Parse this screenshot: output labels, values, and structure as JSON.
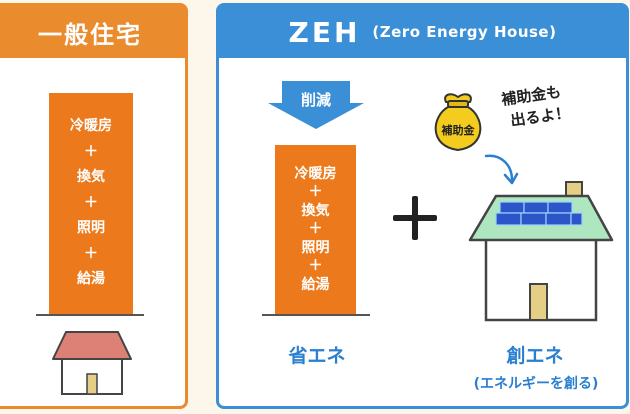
{
  "left_panel": {
    "title": "一般住宅",
    "bar_items": [
      "冷暖房",
      "＋",
      "換気",
      "＋",
      "照明",
      "＋",
      "給湯"
    ]
  },
  "right_panel": {
    "title": "ZEH",
    "subtitle": "(Zero Energy House)",
    "reduction_label": "削減",
    "bar_items": [
      "冷暖房",
      "＋",
      "換気",
      "＋",
      "照明",
      "＋",
      "給湯"
    ],
    "saving_caption": "省エネ",
    "creation_caption": "創エネ",
    "creation_subcaption": "(エネルギーを創る)",
    "bag_label": "補助金",
    "speech_line1": "補助金も",
    "speech_line2": "出るよ！"
  },
  "colors": {
    "orange_frame": "#ea8b2e",
    "orange_bar": "#ec7a1c",
    "blue_frame": "#3a8fd6",
    "blue_text": "#2a7fd0",
    "house_roof_left": "#dd8177",
    "house_roof_right": "#aee6c0",
    "solar_panel": "#2c55c8",
    "money_bag": "#f3cc1d"
  },
  "icons": [
    "small-house-icon",
    "down-arrow-icon",
    "plus-icon",
    "money-bag-icon",
    "curved-arrow-icon",
    "solar-house-icon"
  ]
}
